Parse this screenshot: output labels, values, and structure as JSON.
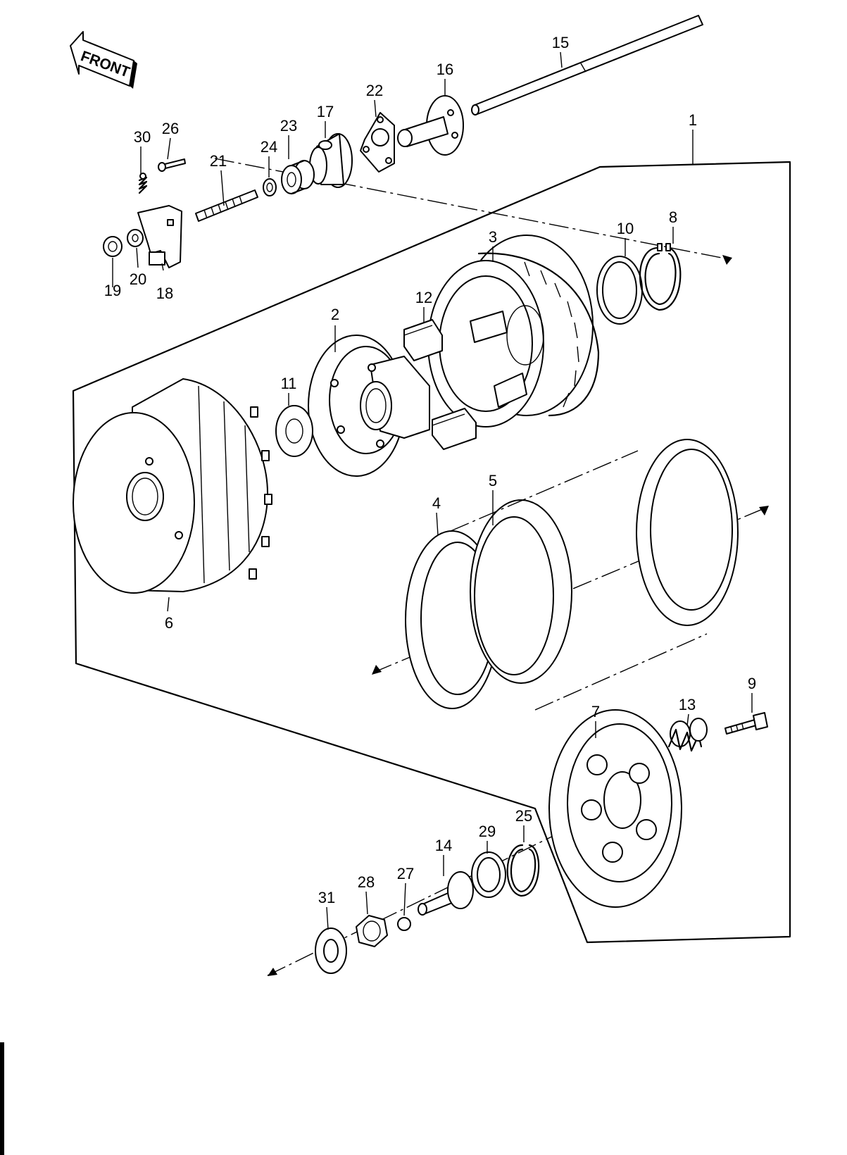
{
  "front_badge": {
    "text": "FRONT",
    "icon": "front-arrow-icon"
  },
  "callouts": {
    "c1": "1",
    "c2": "2",
    "c3": "3",
    "c4": "4",
    "c5": "5",
    "c6": "6",
    "c7": "7",
    "c8": "8",
    "c9": "9",
    "c10": "10",
    "c11": "11",
    "c12": "12",
    "c13": "13",
    "c14": "14",
    "c15": "15",
    "c16": "16",
    "c17": "17",
    "c18": "18",
    "c19": "19",
    "c20": "20",
    "c21": "21",
    "c22": "22",
    "c23": "23",
    "c24": "24",
    "c25": "25",
    "c26": "26",
    "c27": "27",
    "c28": "28",
    "c29": "29",
    "c30": "30",
    "c31": "31"
  },
  "colors": {
    "line": "#000000",
    "background": "#ffffff"
  }
}
